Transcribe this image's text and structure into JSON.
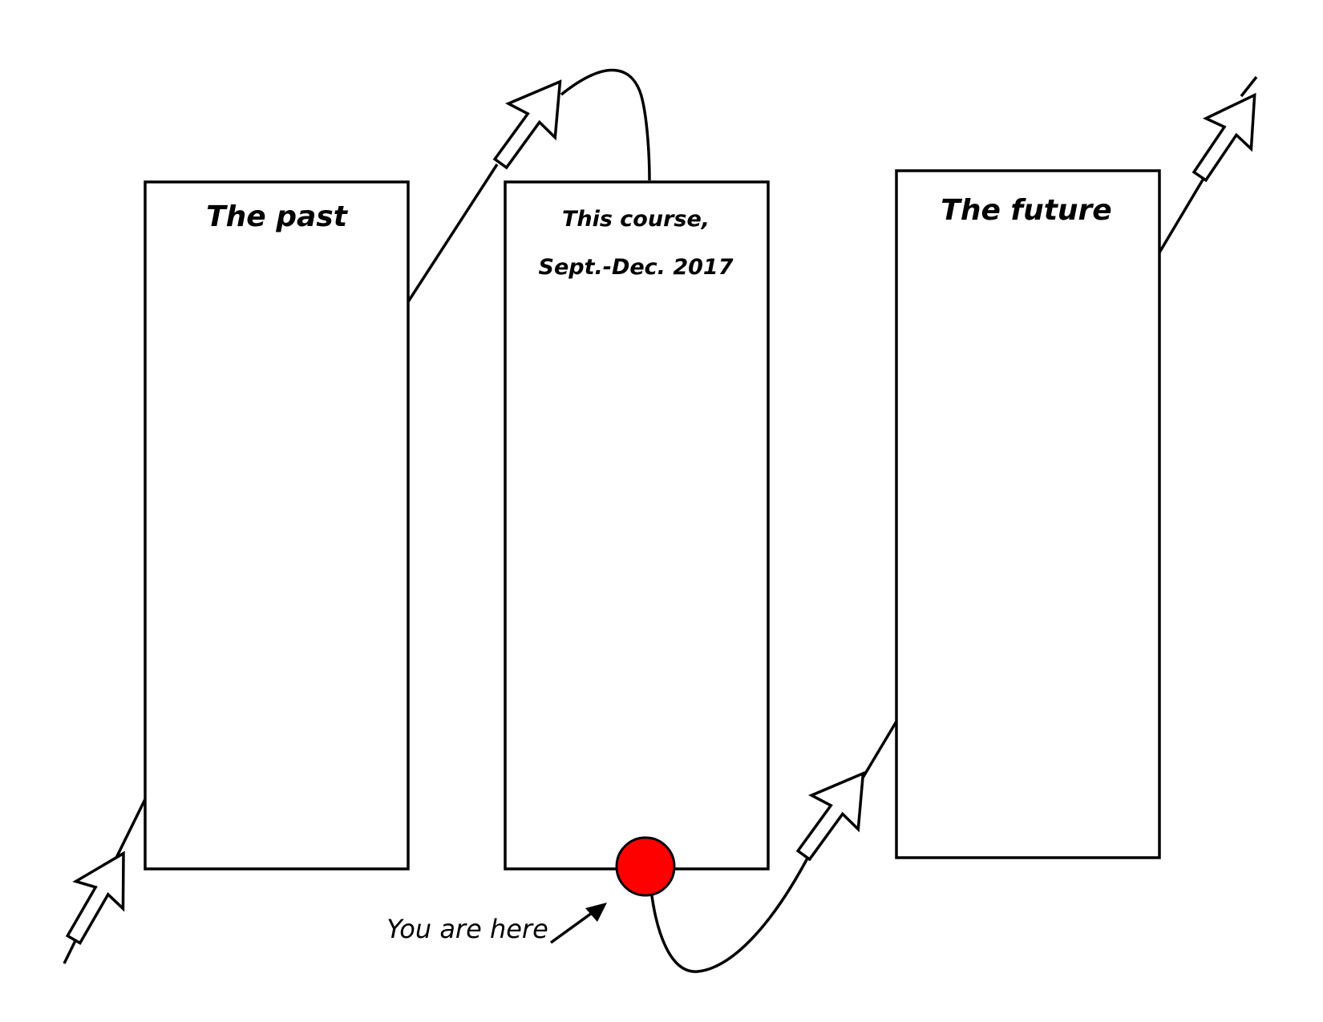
{
  "diagram": {
    "past_box": {
      "title": "The past"
    },
    "course_box": {
      "title_line1": "This course,",
      "title_line2": "Sept.-Dec. 2017"
    },
    "future_box": {
      "title": "The future"
    },
    "marker": {
      "label": "You are here",
      "color": "#ff0000"
    },
    "colors": {
      "line": "#000000",
      "fill": "#ffffff"
    }
  }
}
